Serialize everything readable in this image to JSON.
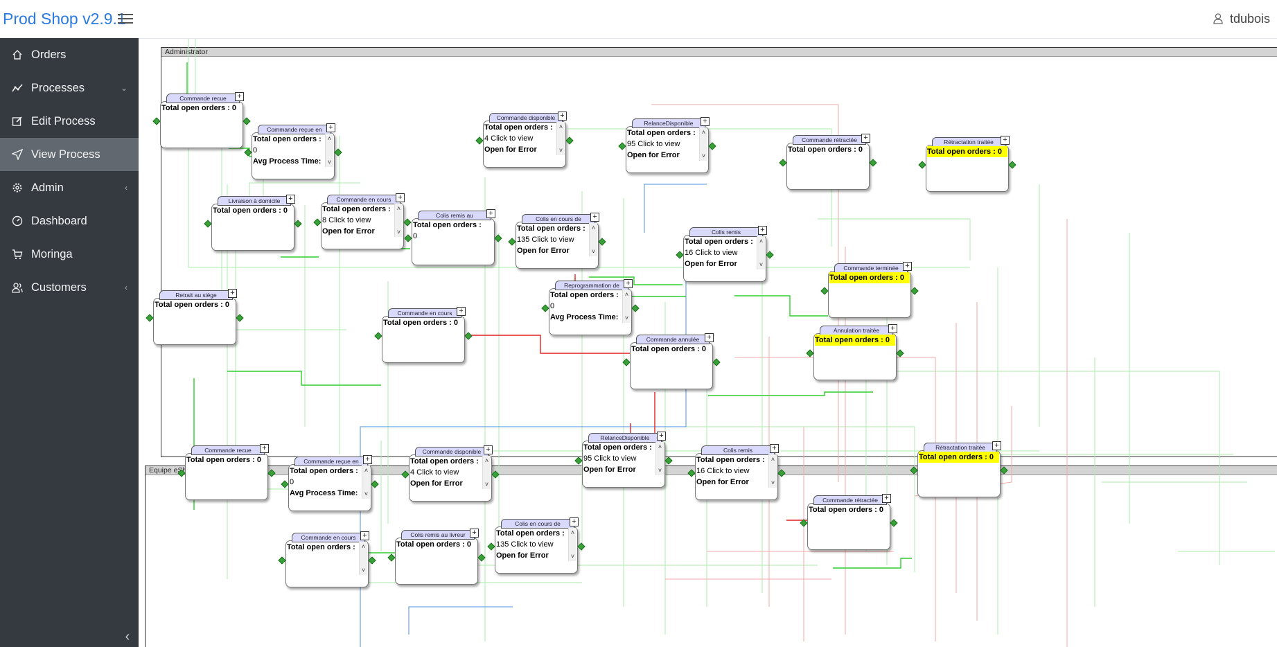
{
  "app": {
    "title": "Prod Shop v2.9.1",
    "user": "tdubois"
  },
  "sidebar": {
    "items": [
      {
        "label": "Orders",
        "icon": "home-icon"
      },
      {
        "label": "Processes",
        "icon": "chart-line-icon",
        "chevron": "⌄"
      },
      {
        "label": "Edit Process",
        "icon": "edit-icon"
      },
      {
        "label": "View Process",
        "icon": "send-icon",
        "active": true
      },
      {
        "label": "Admin",
        "icon": "gear-icon",
        "chevron": "‹"
      },
      {
        "label": "Dashboard",
        "icon": "gauge-icon"
      },
      {
        "label": "Moringa",
        "icon": "cart-icon"
      },
      {
        "label": "Customers",
        "icon": "users-icon",
        "chevron": "‹"
      }
    ],
    "collapse": "‹"
  },
  "lanes": [
    {
      "title": "Administrator"
    },
    {
      "title": "Equipe eShop"
    }
  ],
  "nodes": [
    {
      "title": "Commande recue",
      "l1": "Total open orders : 0"
    },
    {
      "title": "Commande reçue en",
      "l1": "Total open orders :",
      "l2": "0",
      "l3": "Avg Process Time:"
    },
    {
      "title": "Commande disponible",
      "l1": "Total open orders :",
      "l2": "4 Click to view",
      "l3": "Open for Error"
    },
    {
      "title": "RelanceDisponible",
      "l1": "Total open orders :",
      "l2": "95 Click to view",
      "l3": "Open for Error"
    },
    {
      "title": "Commande rétractée",
      "l1": "Total open orders : 0"
    },
    {
      "title": "Rétractation traitée",
      "l1": "Total open orders : 0",
      "highlight": true
    },
    {
      "title": "Livraison à domicile",
      "l1": "Total open orders : 0"
    },
    {
      "title": "Commande en cours",
      "l1": "Total open orders :",
      "l2": "8 Click to view",
      "l3": "Open for Error"
    },
    {
      "title": "Colis remis au",
      "l1": "Total open orders :",
      "l2": "0"
    },
    {
      "title": "Colis en cours de",
      "l1": "Total open orders :",
      "l2": "135 Click to view",
      "l3": "Open for Error"
    },
    {
      "title": "Colis remis",
      "l1": "Total open orders :",
      "l2": "16 Click to view",
      "l3": "Open for Error"
    },
    {
      "title": "Commande terminée",
      "l1": "Total open orders : 0",
      "highlight": true
    },
    {
      "title": "Reprogrammation de",
      "l1": "Total open orders :",
      "l2": "0",
      "l3": "Avg Process Time:"
    },
    {
      "title": "Retrait au siège",
      "l1": "Total open orders : 0"
    },
    {
      "title": "Commande en cours",
      "l1": "Total open orders : 0"
    },
    {
      "title": "Commande annulée",
      "l1": "Total open orders : 0"
    },
    {
      "title": "Annulation traitée",
      "l1": "Total open orders : 0",
      "highlight": true
    },
    {
      "title": "Commande recue",
      "l1": "Total open orders : 0"
    },
    {
      "title": "Commande reçue en",
      "l1": "Total open orders :",
      "l2": "0",
      "l3": "Avg Process Time:"
    },
    {
      "title": "Commande disponible",
      "l1": "Total open orders :",
      "l2": "4 Click to view",
      "l3": "Open for Error"
    },
    {
      "title": "RelanceDisponible",
      "l1": "Total open orders :",
      "l2": "95 Click to view",
      "l3": "Open for Error"
    },
    {
      "title": "Colis remis",
      "l1": "Total open orders :",
      "l2": "16 Click to view",
      "l3": "Open for Error"
    },
    {
      "title": "Rétractation traitée",
      "l1": "Total open orders : 0",
      "highlight": true
    },
    {
      "title": "Commande rétractée",
      "l1": "Total open orders : 0"
    },
    {
      "title": "Commande en cours",
      "l1": "Total open orders :"
    },
    {
      "title": "Colis remis au livreur",
      "l1": "Total open orders : 0"
    },
    {
      "title": "Colis en cours de",
      "l1": "Total open orders :",
      "l2": "135 Click to view",
      "l3": "Open for Error"
    }
  ],
  "colors": {
    "green": "#3ad13a",
    "lightgreen": "#9be89b",
    "red": "#e53935",
    "pink": "#f0a0a0",
    "blue": "#4a90e2",
    "highlight": "#ffff00"
  }
}
